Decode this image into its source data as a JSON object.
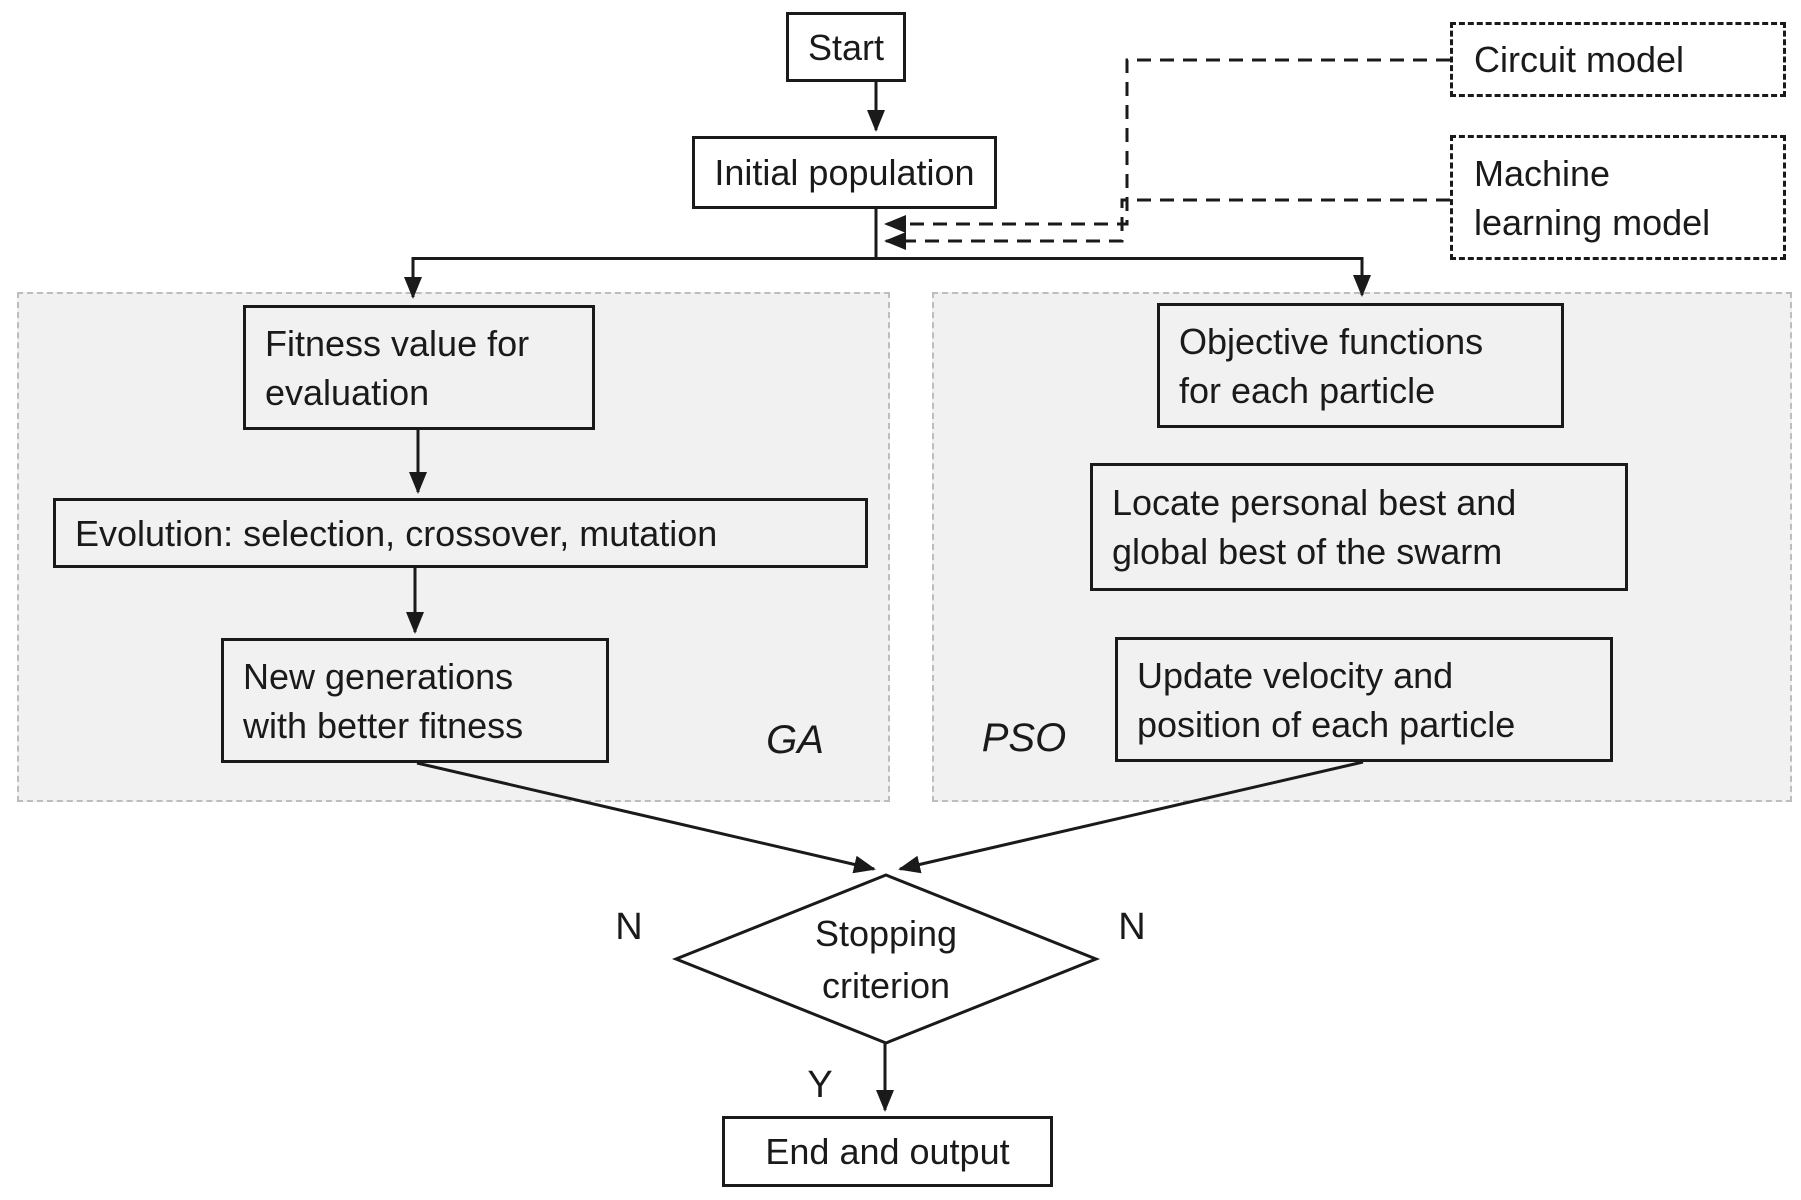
{
  "nodes": {
    "start": {
      "label": "Start"
    },
    "initial_population": {
      "label": "Initial population"
    },
    "circuit_model": {
      "label": "Circuit model"
    },
    "machine_learning_model": {
      "line1": "Machine",
      "line2": "learning model"
    },
    "fitness_evaluation": {
      "line1": "Fitness value for",
      "line2": "evaluation"
    },
    "evolution": {
      "label": "Evolution: selection, crossover, mutation"
    },
    "new_generations": {
      "line1": "New generations",
      "line2": "with better fitness"
    },
    "objective_functions": {
      "line1": "Objective functions",
      "line2": "for each particle"
    },
    "locate_best": {
      "line1": "Locate personal best and",
      "line2": "global best of the swarm"
    },
    "update_velocity": {
      "line1": "Update velocity and",
      "line2": "position of each particle"
    },
    "stopping_criterion": {
      "line1": "Stopping",
      "line2": "criterion"
    },
    "end_output": {
      "label": "End and output"
    }
  },
  "branch_labels": {
    "ga": "GA",
    "pso": "PSO"
  },
  "decision_labels": {
    "no_left": "N",
    "no_right": "N",
    "yes": "Y"
  },
  "colors": {
    "background": "#ffffff",
    "panel_fill": "#f1f1f1",
    "panel_border": "#bdbdbd",
    "box_border": "#1a1a1a",
    "line": "#1a1a1a",
    "text": "#1a1a1a"
  }
}
